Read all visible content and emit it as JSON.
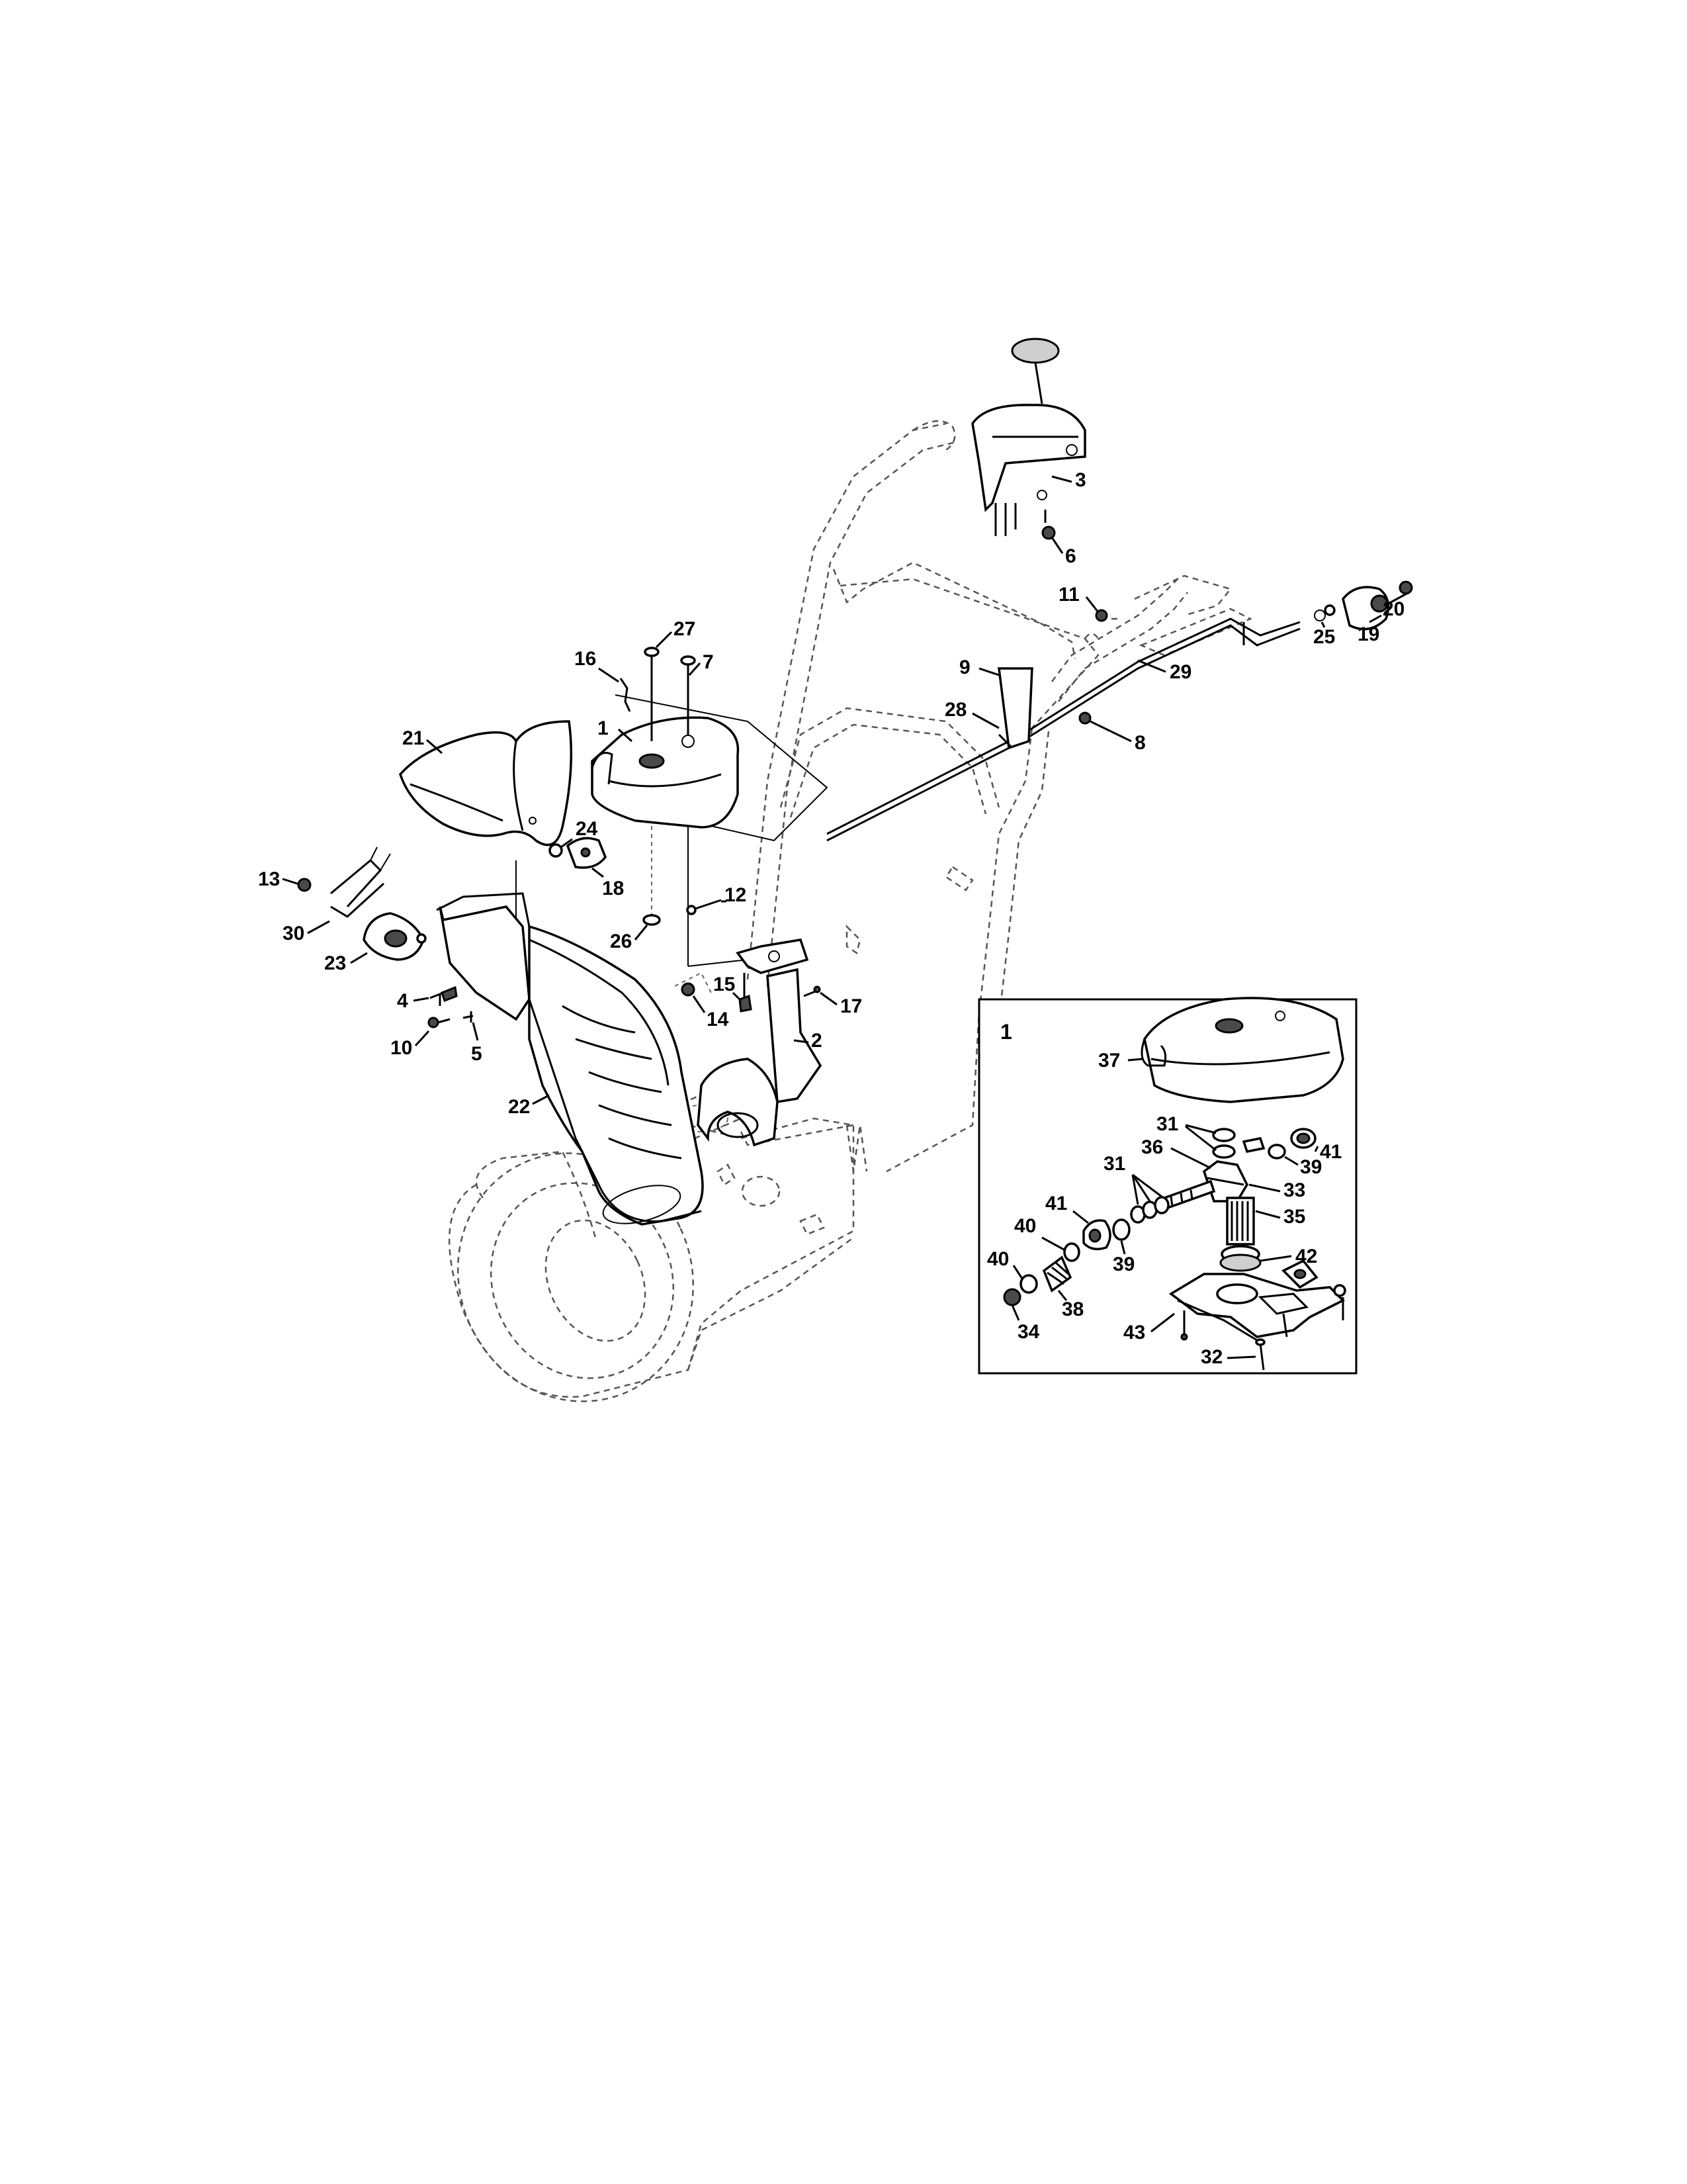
{
  "labels": {
    "p1": "1",
    "p2": "2",
    "p3": "3",
    "p4": "4",
    "p5": "5",
    "p6": "6",
    "p7": "7",
    "p8": "8",
    "p9": "9",
    "p10": "10",
    "p11": "11",
    "p12": "12",
    "p13": "13",
    "p14": "14",
    "p15": "15",
    "p16": "16",
    "p17": "17",
    "p18": "18",
    "p19": "19",
    "p20": "20",
    "p21": "21",
    "p22": "22",
    "p23": "23",
    "p24": "24",
    "p25": "25",
    "p26": "26",
    "p27": "27",
    "p28": "28",
    "p29": "29",
    "p30": "30"
  },
  "inset": {
    "title": "1",
    "labels": {
      "p31a": "31",
      "p31b": "31",
      "p32": "32",
      "p33": "33",
      "p34": "34",
      "p35": "35",
      "p36": "36",
      "p37": "37",
      "p38": "38",
      "p39a": "39",
      "p39b": "39",
      "p40a": "40",
      "p40b": "40",
      "p41a": "41",
      "p41b": "41",
      "p42": "42",
      "p43": "43"
    }
  }
}
